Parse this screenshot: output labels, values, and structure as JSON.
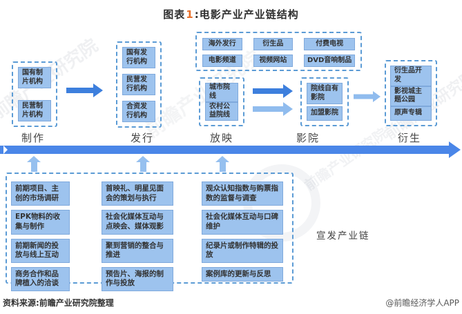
{
  "title": {
    "prefix": "图表",
    "number": "1",
    "colon": ":",
    "main": "电影产业产业链结构"
  },
  "chain": {
    "stages": [
      {
        "label": "制作",
        "items": [
          "国有制片机构",
          "民营制片机构"
        ]
      },
      {
        "label": "发行",
        "items": [
          "国有发行机构",
          "民营发行机构",
          "合资发行机构"
        ]
      },
      {
        "label": "放映",
        "items": [
          "城市院线",
          "农村公益院线"
        ]
      },
      {
        "label": "影院",
        "items": [
          "院线自有影院",
          "加盟影院"
        ]
      },
      {
        "label": "衍生",
        "items": [
          "衍生品开发",
          "影视城主题公园",
          "原声专辑"
        ]
      }
    ],
    "other_channels": {
      "items": [
        "海外发行",
        "衍生品",
        "付费电视",
        "电影频道",
        "视频网站",
        "DVD音响制品"
      ]
    }
  },
  "promotion": {
    "label": "宣发产业链",
    "columns": [
      {
        "items": [
          "前期项目、主创的市场调研",
          "EPK物料的收集与制作",
          "前期新闻的投放与线上互动",
          "商务合作和品牌植入的洽谈"
        ]
      },
      {
        "items": [
          "首映礼、明星见面会的策划与执行",
          "社会化媒体互动与点映会、媒体观影",
          "聚到营销的整合与推进",
          "预告片、海报的制作与投放"
        ]
      },
      {
        "items": [
          "观众认知指数与购票指数的监督与调查",
          "社会化媒体互动与口碑维护",
          "纪录片或制作特辑的投放",
          "案例库的更新与反思"
        ]
      }
    ]
  },
  "footer": {
    "source": "资料来源:前瞻产业研究院整理",
    "credit": "@前瞻经济学人APP"
  },
  "watermark": {
    "text": "前瞻产业研究院"
  },
  "colors": {
    "accent": "#4a86e8",
    "box_fill": "#9dc3ee",
    "box_border": "#7fa9dc",
    "dashed_border": "#5b9bd5",
    "arrow_dark": "#3d7fdd",
    "arrow_light": "#90bcee",
    "title_number": "#e8702a"
  }
}
